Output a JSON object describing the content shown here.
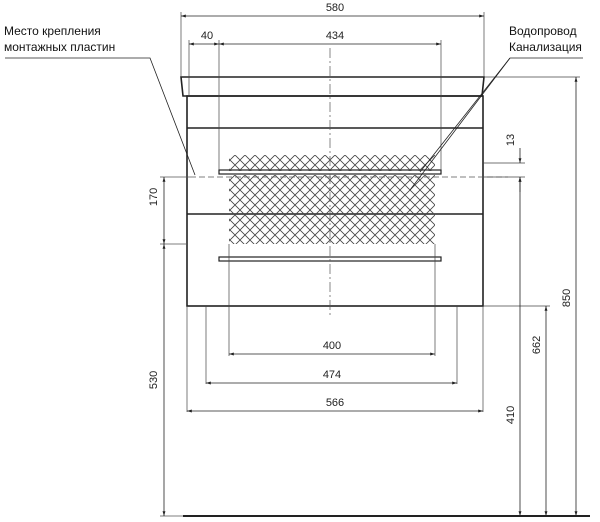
{
  "labels": {
    "mount_line1": "Место крепления",
    "mount_line2": "монтажных пластин",
    "water_line1": "Водопровод",
    "water_line2": "Канализация"
  },
  "dimensions": {
    "top_width": "580",
    "mount_offset": "40",
    "mount_span": "434",
    "drawer_gap": "13",
    "plate_height": "170",
    "bottom_inner": "400",
    "middle_width": "474",
    "body_width": "566",
    "height_530": "530",
    "height_410": "410",
    "height_662": "662",
    "height_850": "850"
  }
}
